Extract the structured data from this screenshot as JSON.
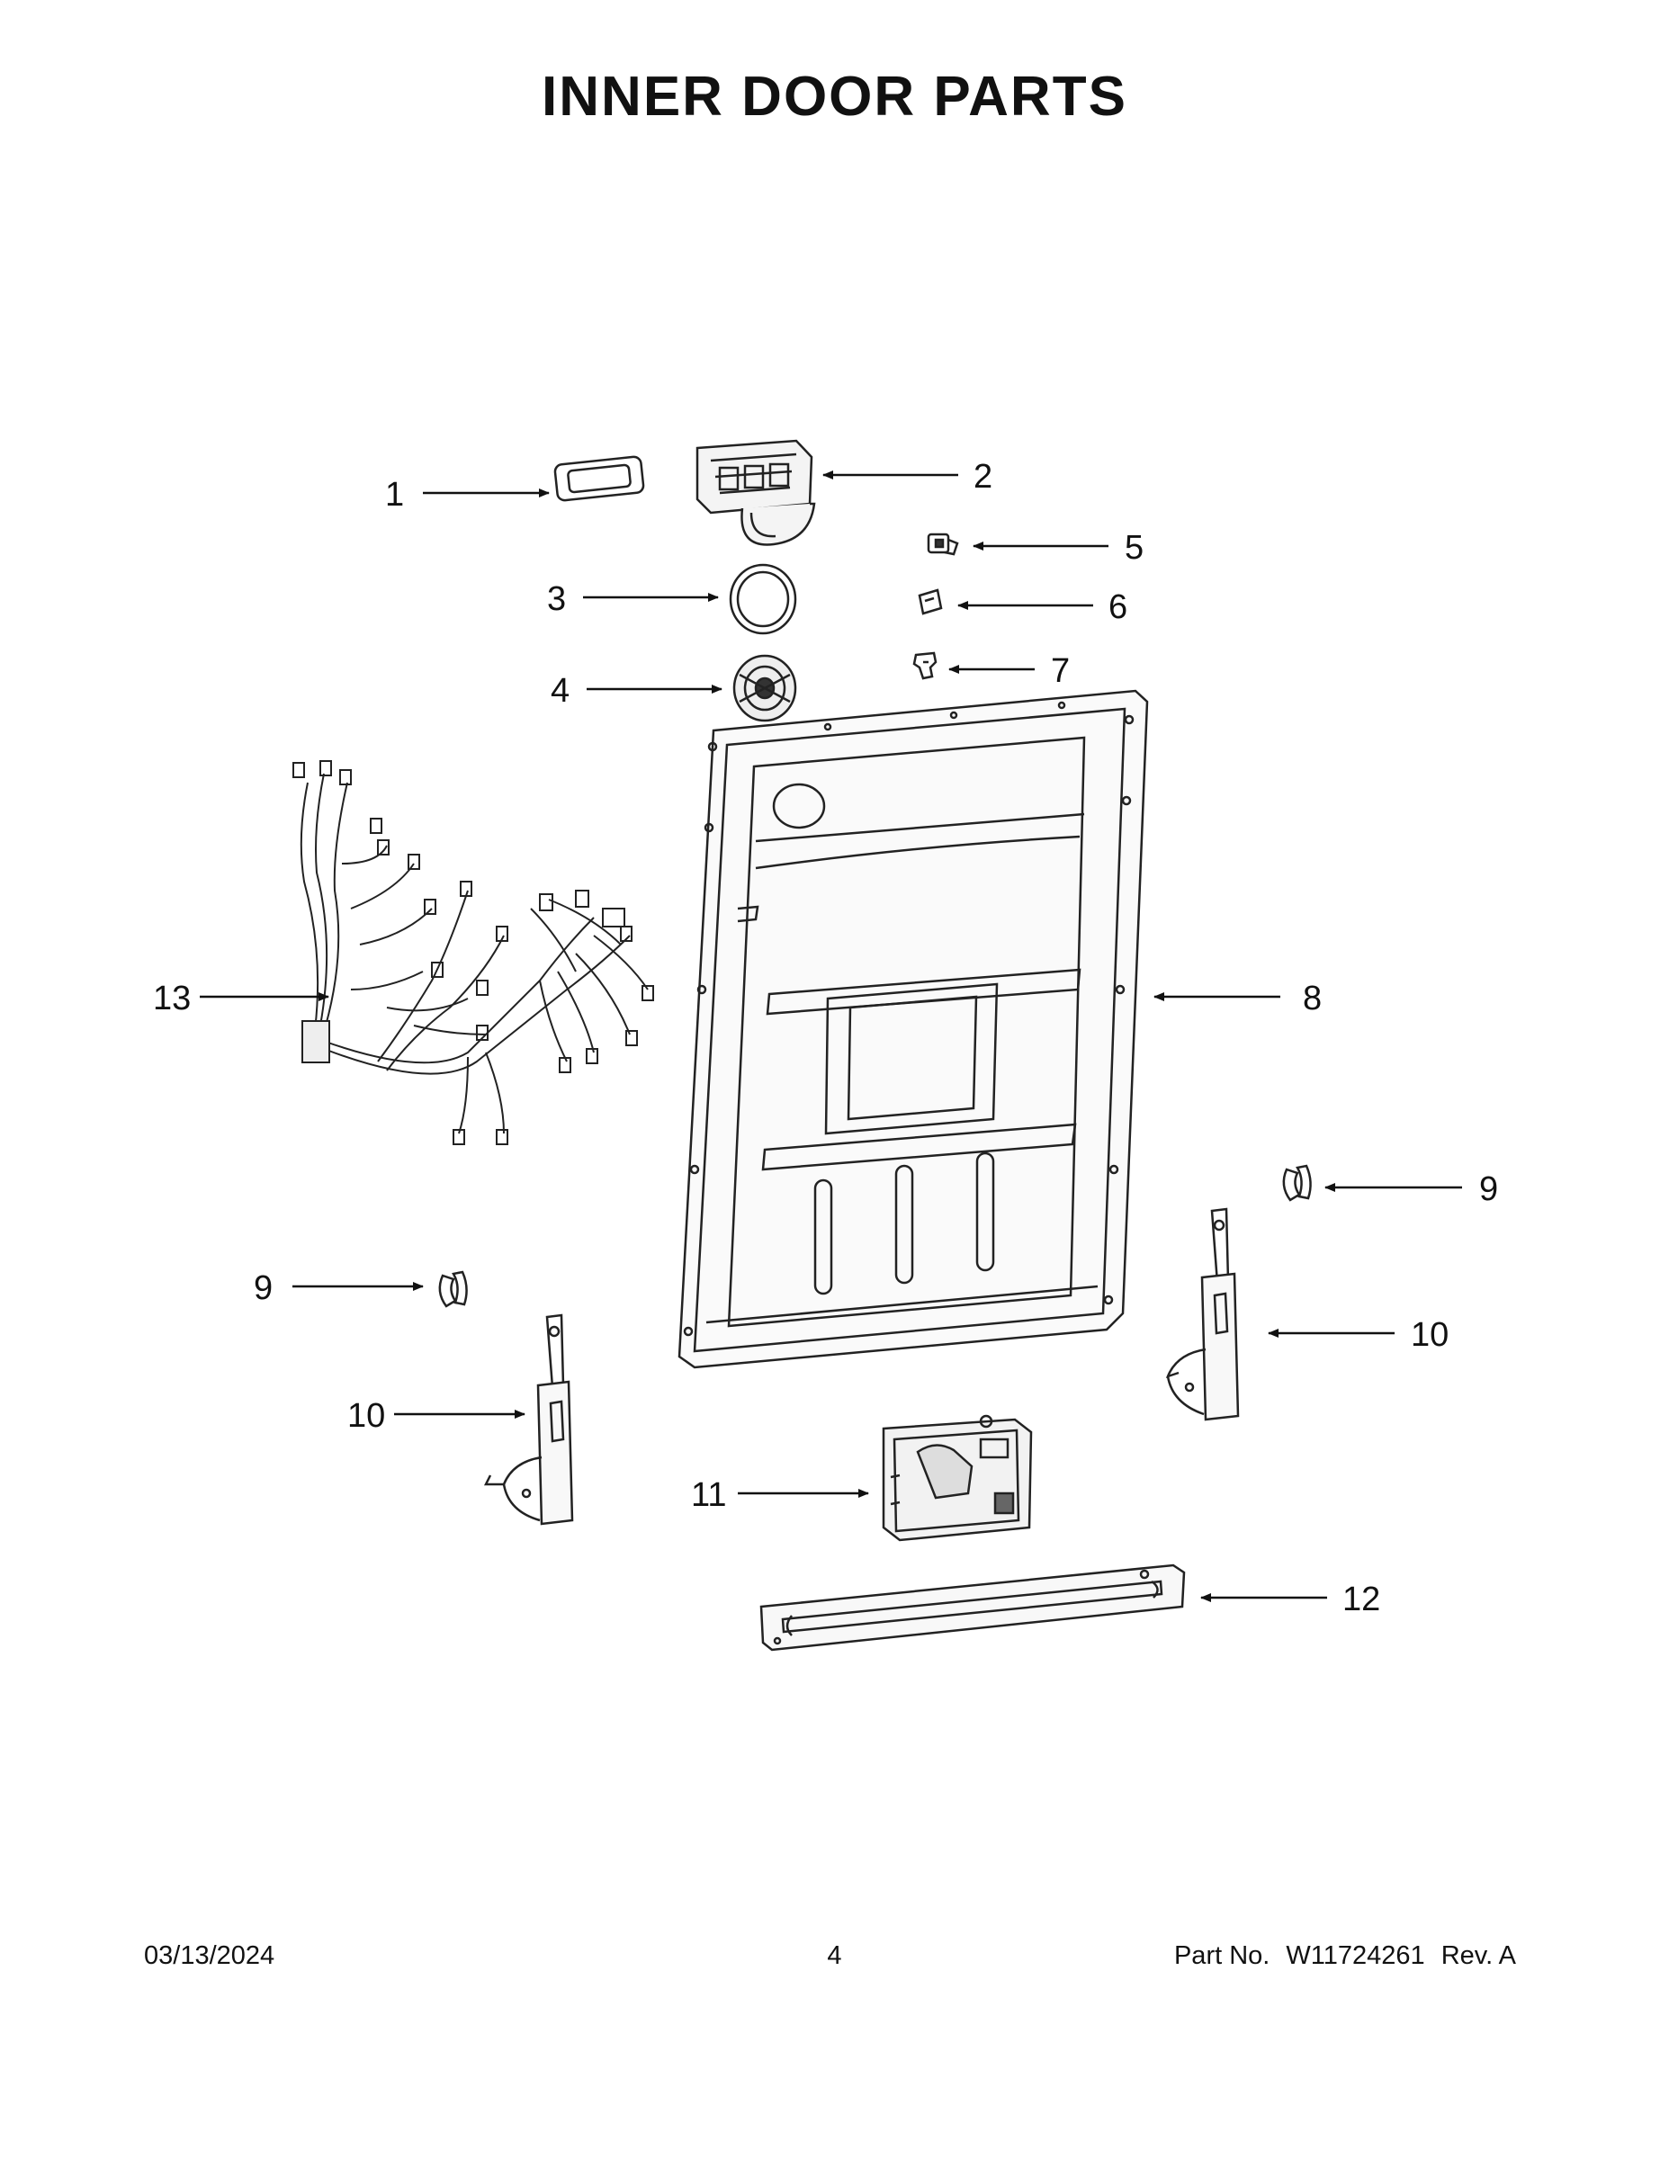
{
  "title": "INNER DOOR PARTS",
  "callouts": {
    "c1": "1",
    "c2": "2",
    "c3": "3",
    "c4": "4",
    "c5": "5",
    "c6": "6",
    "c7": "7",
    "c8": "8",
    "c9a": "9",
    "c9b": "9",
    "c10a": "10",
    "c10b": "10",
    "c11": "11",
    "c12": "12",
    "c13": "13"
  },
  "footer": {
    "date": "03/13/2024",
    "page": "4",
    "part_label": "Part No.",
    "part_number": "W11724261",
    "rev": "Rev. A"
  }
}
